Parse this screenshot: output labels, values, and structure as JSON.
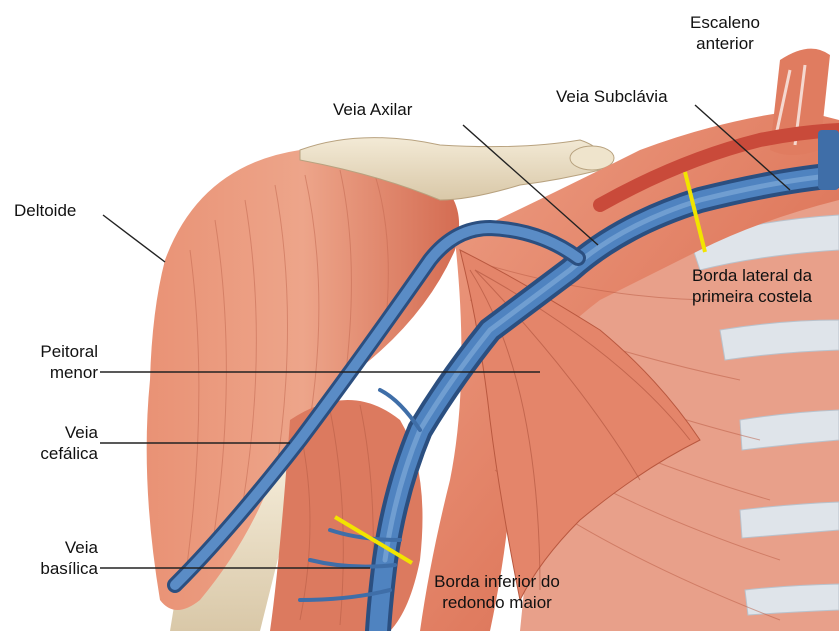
{
  "labels": {
    "escaleno_anterior": [
      "Escaleno",
      "anterior"
    ],
    "veia_subclavia": "Veia Subclávia",
    "veia_axilar": "Veia Axilar",
    "deltoide": "Deltoide",
    "borda_lateral": [
      "Borda lateral da",
      "primeira costela"
    ],
    "peitoral_menor": [
      "Peitoral",
      "menor"
    ],
    "veia_cefalica": [
      "Veia",
      "cefálica"
    ],
    "veia_basilica": [
      "Veia",
      "basílica"
    ],
    "borda_inferior": [
      "Borda inferior do",
      "redondo maior"
    ]
  },
  "colors": {
    "muscle": "#e4856a",
    "muscle_dark": "#c9634a",
    "bone": "#e9dcc3",
    "vein": "#3f6ea8",
    "vein_dark": "#2b4f80",
    "marker": "#f2e400",
    "leader": "#222222"
  }
}
